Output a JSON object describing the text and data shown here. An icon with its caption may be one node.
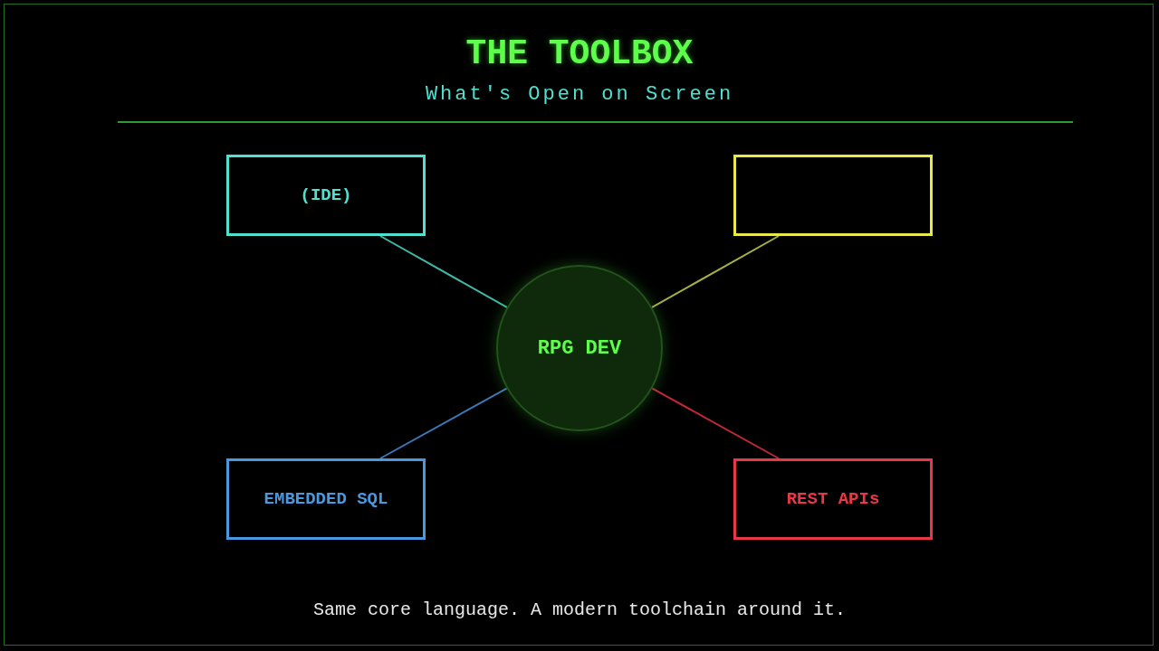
{
  "diagram": {
    "title": "THE TOOLBOX",
    "caption": "Same core language. A modern toolchain around it.",
    "nodes": [
      {
        "text": [
          "(IDE)"
        ]
      },
      {
        "text": [],
        "shape": "box"
      },
      {
        "text": [
          "RPG DEV"
        ]
      },
      {
        "text": [
          "EMBEDDED SQL"
        ]
      },
      {
        "text": [
          "REST APIs"
        ]
      }
    ],
    "edges": [
      {
        "from": 0,
        "to": 2,
        "arrow": "none",
        "color": "#3fb8a8"
      },
      {
        "from": 1,
        "to": 2,
        "arrow": "none",
        "color": "#a8b040"
      },
      {
        "from": 3,
        "to": 2,
        "arrow": "none",
        "color": "#3a78b8"
      },
      {
        "from": 4,
        "to": 2,
        "arrow": "none",
        "color": "#c02838"
      }
    ],
    "labels": [
      "What's Open on Screen"
    ]
  }
}
